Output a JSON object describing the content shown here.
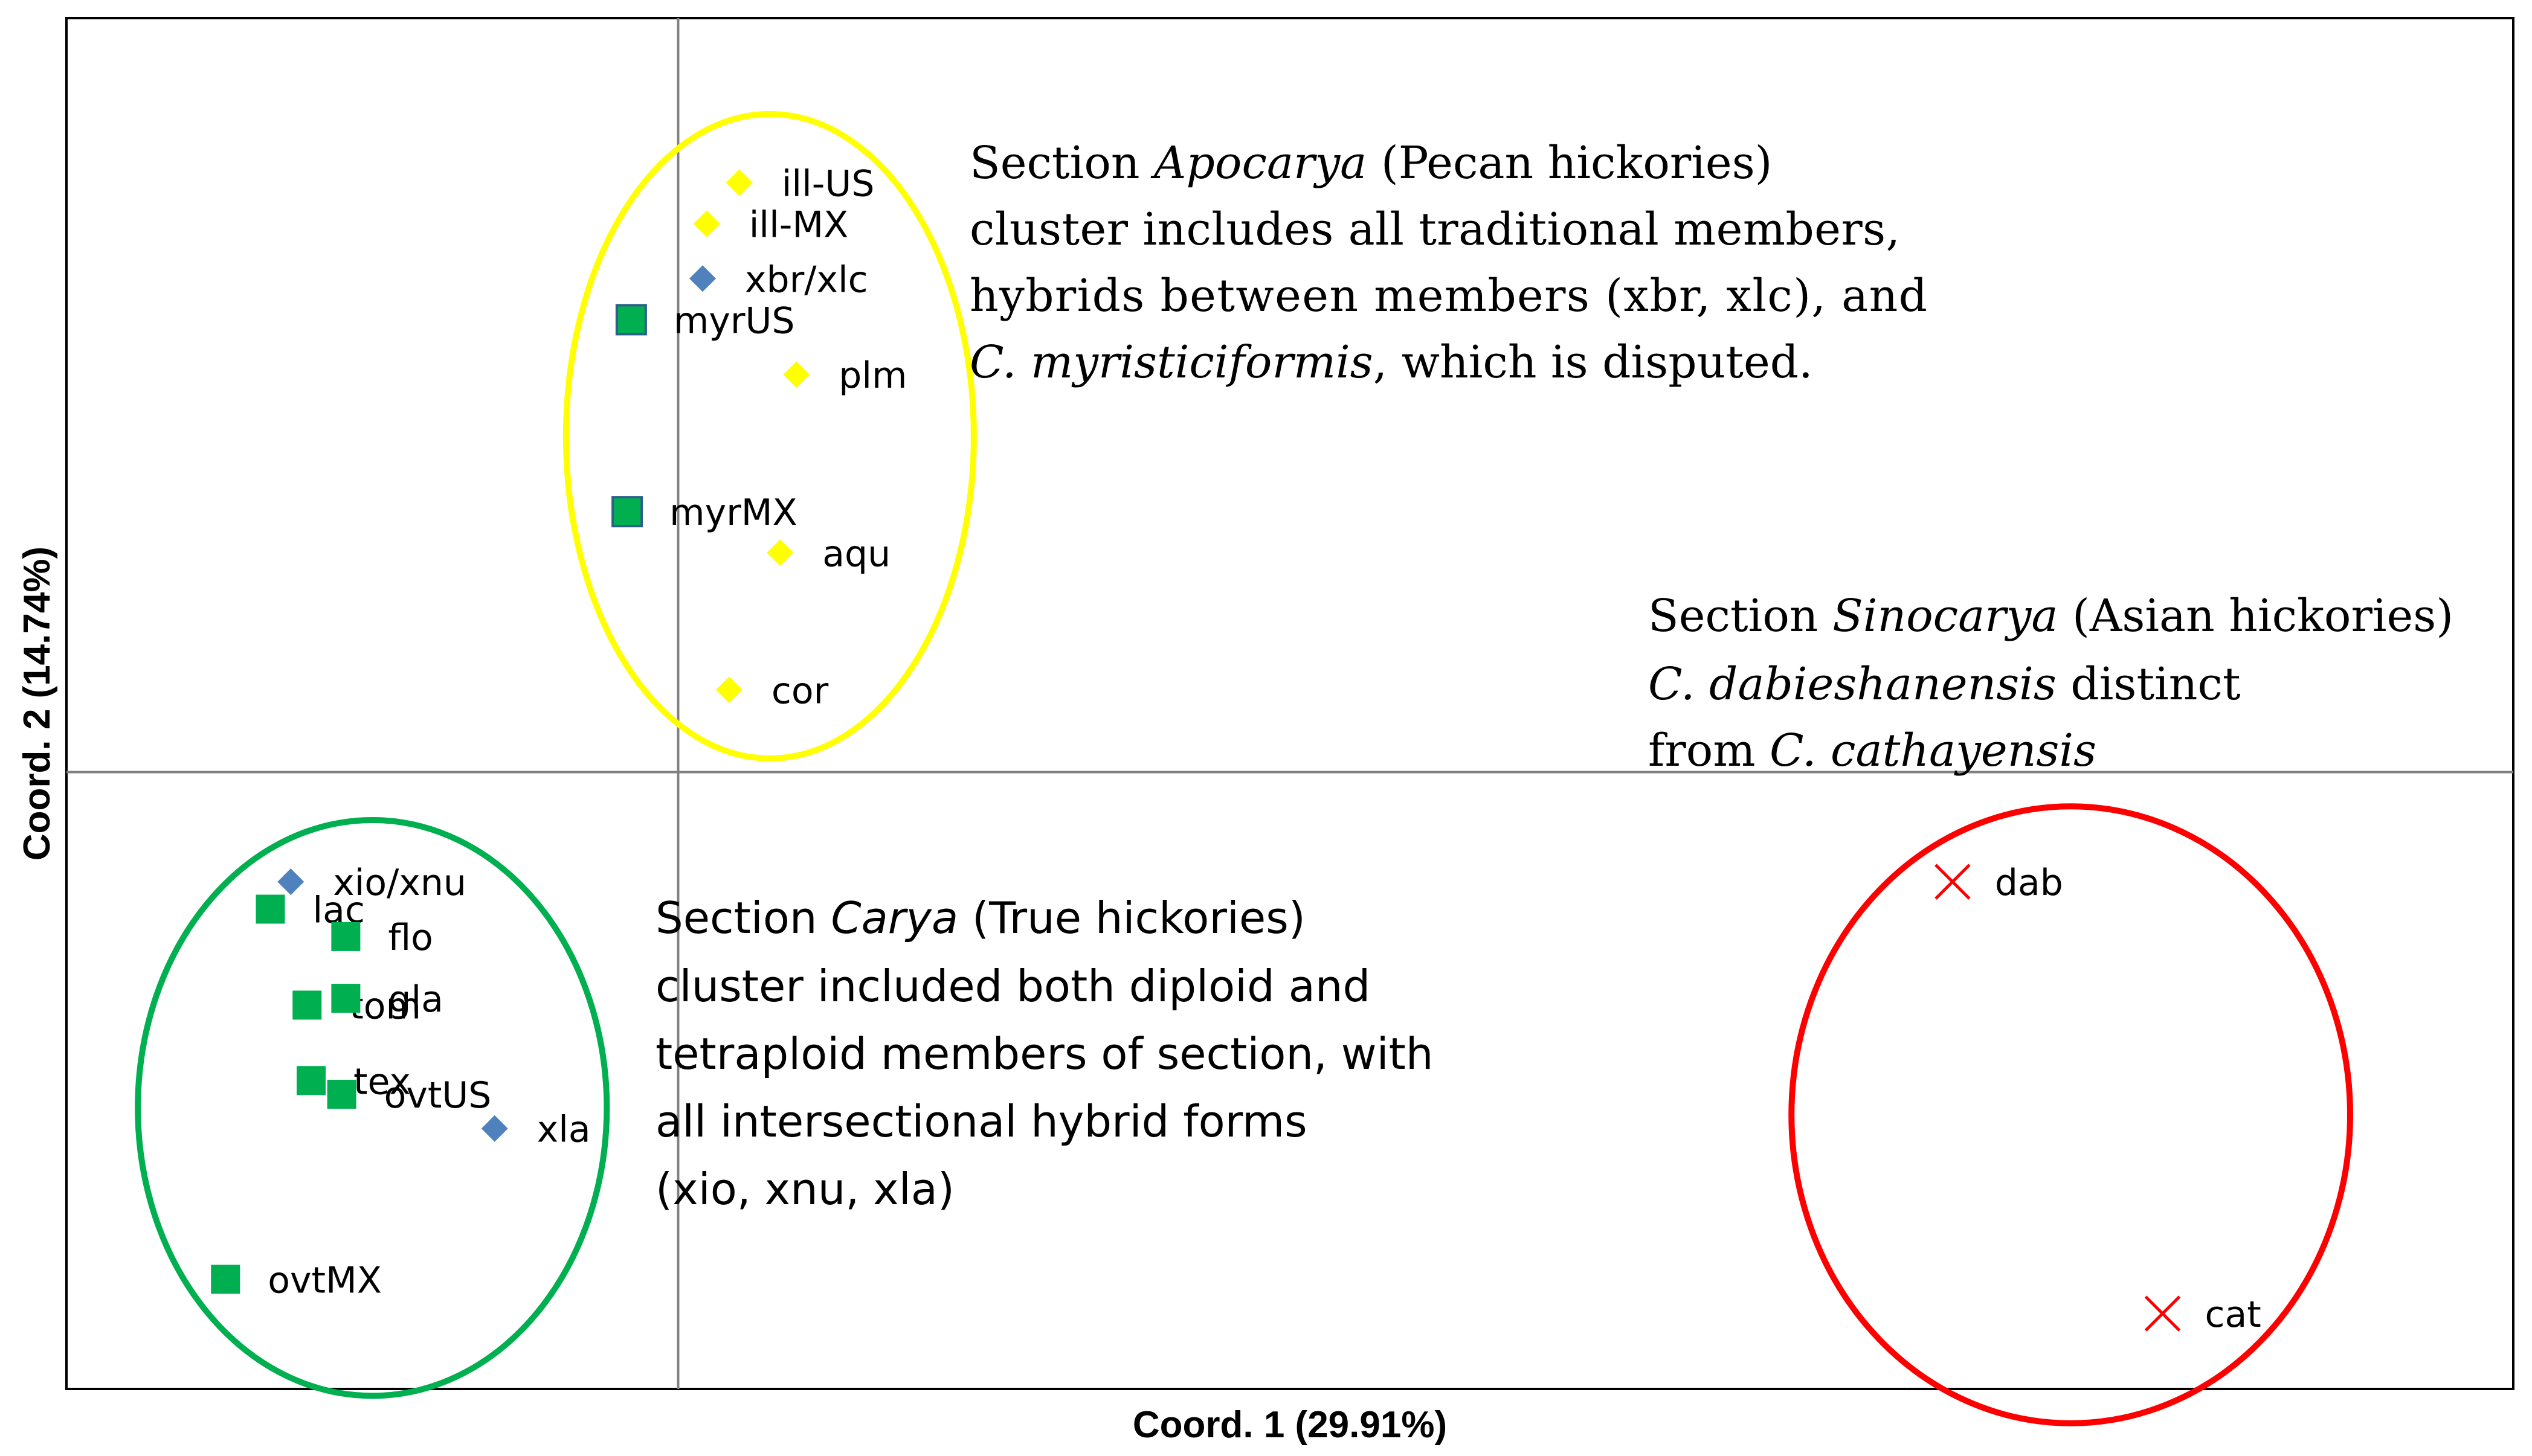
{
  "chart_data": {
    "type": "scatter",
    "title": "",
    "xlabel": "Coord. 1 (29.91%)",
    "ylabel": "Coord. 2 (14.74%)",
    "xlim": [
      -0.3,
      0.9
    ],
    "ylim": [
      -0.45,
      0.55
    ],
    "grid": false,
    "legend": "none",
    "points": [
      {
        "label": "ill-US",
        "x": 0.03,
        "y": 0.43,
        "marker": "diamond",
        "color": "#FFFF00"
      },
      {
        "label": "ill-MX",
        "x": 0.014,
        "y": 0.4,
        "marker": "diamond",
        "color": "#FFFF00"
      },
      {
        "label": "xbr/xlc",
        "x": 0.012,
        "y": 0.36,
        "marker": "diamond",
        "color": "#4F81BD"
      },
      {
        "label": "myrUS",
        "x": -0.023,
        "y": 0.33,
        "marker": "square",
        "color": "#00B050"
      },
      {
        "label": "plm",
        "x": 0.058,
        "y": 0.29,
        "marker": "diamond",
        "color": "#FFFF00"
      },
      {
        "label": "myrMX",
        "x": -0.025,
        "y": 0.19,
        "marker": "square",
        "color": "#00B050"
      },
      {
        "label": "aqu",
        "x": 0.05,
        "y": 0.16,
        "marker": "diamond",
        "color": "#FFFF00"
      },
      {
        "label": "cor",
        "x": 0.025,
        "y": 0.06,
        "marker": "diamond",
        "color": "#FFFF00"
      },
      {
        "label": "xio/xnu",
        "x": -0.19,
        "y": -0.08,
        "marker": "diamond",
        "color": "#4F81BD"
      },
      {
        "label": "lac",
        "x": -0.2,
        "y": -0.1,
        "marker": "square",
        "color": "#00B050"
      },
      {
        "label": "flo",
        "x": -0.163,
        "y": -0.12,
        "marker": "square",
        "color": "#00B050"
      },
      {
        "label": "tom",
        "x": -0.182,
        "y": -0.17,
        "marker": "square",
        "color": "#00B050"
      },
      {
        "label": "gla",
        "x": -0.163,
        "y": -0.165,
        "marker": "square",
        "color": "#00B050"
      },
      {
        "label": "tex",
        "x": -0.18,
        "y": -0.225,
        "marker": "square",
        "color": "#00B050"
      },
      {
        "label": "ovtUS",
        "x": -0.165,
        "y": -0.235,
        "marker": "square",
        "color": "#00B050"
      },
      {
        "label": "xla",
        "x": -0.09,
        "y": -0.26,
        "marker": "diamond",
        "color": "#4F81BD"
      },
      {
        "label": "ovtMX",
        "x": -0.222,
        "y": -0.37,
        "marker": "square",
        "color": "#00B050"
      },
      {
        "label": "dab",
        "x": 0.625,
        "y": -0.08,
        "marker": "x",
        "color": "#FF0000"
      },
      {
        "label": "cat",
        "x": 0.728,
        "y": -0.395,
        "marker": "x",
        "color": "#FF0000"
      }
    ],
    "clusters": [
      {
        "name": "Apocarya",
        "cx": 0.045,
        "cy": 0.245,
        "rx": 0.1,
        "ry": 0.235,
        "color": "#FFFF00"
      },
      {
        "name": "Carya",
        "cx": -0.15,
        "cy": -0.245,
        "rx": 0.115,
        "ry": 0.21,
        "color": "#00B050"
      },
      {
        "name": "Sinocarya",
        "cx": 0.683,
        "cy": -0.25,
        "rx": 0.137,
        "ry": 0.225,
        "color": "#FF0000"
      }
    ],
    "annotations": {
      "apocarya": {
        "line1a": "Section ",
        "line1b": "Apocarya",
        "line1c": " (Pecan hickories)",
        "line2": "cluster includes all traditional members,",
        "line3": "hybrids between members (xbr, xlc), and",
        "line4a": "C. myristiciformis",
        "line4b": ", which is disputed."
      },
      "sinocarya": {
        "line1a": "Section ",
        "line1b": "Sinocarya",
        "line1c": " (Asian hickories)",
        "line2a": "C. dabieshanensis",
        "line2b": " distinct",
        "line3a": "from ",
        "line3b": "C. cathayensis"
      },
      "carya": {
        "line1a": "Section ",
        "line1b": "Carya",
        "line1c": " (True hickories)",
        "line2": "cluster included both diploid and",
        "line3": "tetraploid members of section, with",
        "line4": "all intersectional hybrid forms",
        "line5": "(xio, xnu, xla)"
      }
    }
  }
}
